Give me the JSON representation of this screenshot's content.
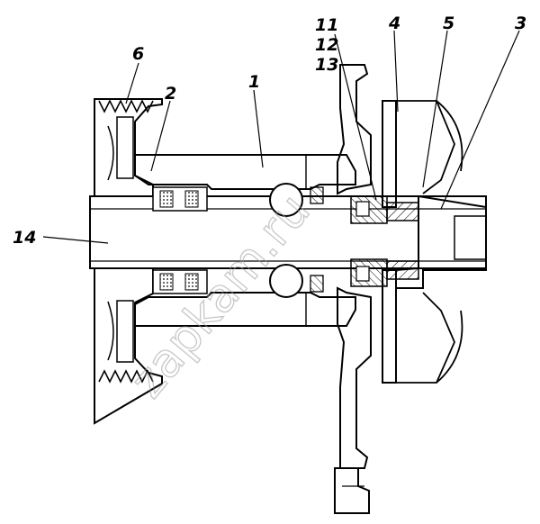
{
  "callouts": {
    "c1": "1",
    "c2": "2",
    "c3": "3",
    "c4": "4",
    "c5": "5",
    "c6": "6",
    "c11": "11",
    "c12": "12",
    "c13": "13",
    "c14": "14"
  },
  "watermark": "zapkam.ru"
}
